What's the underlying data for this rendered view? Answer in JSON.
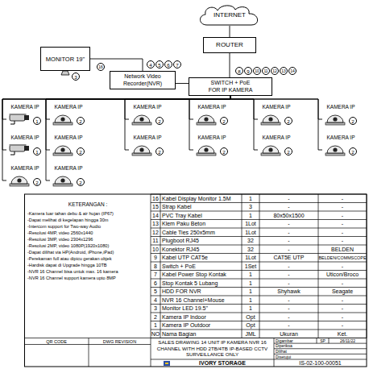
{
  "diagram": {
    "nodes": [
      {
        "text": [
          "INTERNET"
        ]
      },
      {
        "text": [
          "ROUTER"
        ]
      },
      {
        "text": [
          "MONITOR 19\""
        ]
      },
      {
        "text": [
          "Network Video Recorder(NVR)"
        ]
      },
      {
        "text": [
          "SWITCH + PoE FOR IP KAMERA"
        ]
      },
      {
        "text": [
          "KAMERA IP"
        ]
      },
      {
        "text": [
          "KAMERA IP"
        ]
      },
      {
        "text": [
          "KAMERA IP"
        ]
      },
      {
        "text": [
          "KAMERA IP"
        ]
      },
      {
        "text": [
          "KAMERA IP"
        ]
      },
      {
        "text": [
          "KAMERA IP"
        ]
      },
      {
        "text": [
          "KAMERA IP"
        ]
      },
      {
        "text": [
          "KAMERA IP"
        ]
      },
      {
        "text": [
          "KAMERA IP"
        ]
      },
      {
        "text": [
          "KAMERA IP"
        ]
      },
      {
        "text": [
          "KAMERA IP"
        ]
      },
      {
        "text": [
          "KAMERA IP"
        ]
      },
      {
        "text": [
          "KAMERA IP"
        ]
      },
      {
        "text": [
          "KAMERA IP"
        ]
      }
    ],
    "edges": [
      {
        "from": 0,
        "to": 1,
        "arrow": "none"
      },
      {
        "from": 1,
        "to": 4,
        "arrow": "none"
      },
      {
        "from": 2,
        "to": 3,
        "arrow": "none"
      },
      {
        "from": 3,
        "to": 4,
        "arrow": "none"
      },
      {
        "from": 4,
        "to": 5,
        "arrow": "none"
      },
      {
        "from": 4,
        "to": 6,
        "arrow": "none"
      },
      {
        "from": 4,
        "to": 7,
        "arrow": "none"
      },
      {
        "from": 4,
        "to": 8,
        "arrow": "none"
      },
      {
        "from": 4,
        "to": 9,
        "arrow": "none"
      },
      {
        "from": 4,
        "to": 10,
        "arrow": "none"
      },
      {
        "from": 4,
        "to": 11,
        "arrow": "none"
      },
      {
        "from": 4,
        "to": 12,
        "arrow": "none"
      },
      {
        "from": 4,
        "to": 13,
        "arrow": "none"
      },
      {
        "from": 4,
        "to": 14,
        "arrow": "none"
      },
      {
        "from": 4,
        "to": 15,
        "arrow": "none"
      },
      {
        "from": 4,
        "to": 16,
        "arrow": "none"
      },
      {
        "from": 4,
        "to": 17,
        "arrow": "none"
      },
      {
        "from": 4,
        "to": 18,
        "arrow": "none"
      }
    ],
    "labels": [
      "4",
      "5",
      "6",
      "7",
      "8",
      "9",
      "10",
      "11",
      "12",
      "13",
      "14",
      "3",
      "16",
      "1",
      "1",
      "2",
      "2",
      "2",
      "2",
      "2",
      "2",
      "2",
      "2",
      "2",
      "2",
      "2",
      "2",
      "KETERANGAN :",
      "-Kamera luar tahan debu & air hujan (IP67)",
      "-Dapat melihat di kegelapan hingga 30m",
      "-Intercom support for Two-way Audio",
      "-Resolusi 4MP, video 2560x1440",
      "-Resolusi 3MP, video 2304x1296",
      "-Resolusi 2MP, video 1080P(1920x1080)",
      "-Dapat dilihat via HP(Android, iPhone,iPad)",
      "-Perekaman full atau dipicu gerakan objek",
      "-Hardisk dapat di Upgrade hingga 10TB",
      "-NVR 16 Channel bisa untuk max. 16 kamera",
      "-NVR 16 Channel support kamera upto 8MP",
      "16",
      "Kabel Display Monitor 1.5M",
      "1",
      "-",
      "-",
      "15",
      "Strap Kabel",
      "3",
      "-",
      "-",
      "14",
      "PVC Tray Kabel",
      "1",
      "80x50x1500",
      "-",
      "13",
      "Klem Paku Beton",
      "1Lot",
      "-",
      "-",
      "12",
      "Cable Ties 250x5mm",
      "1Lot",
      "-",
      "-",
      "11",
      "Plugboot RJ45",
      "32",
      "-",
      "-",
      "10",
      "Konektor RJ45",
      "32",
      "-",
      "BELDEN",
      "9",
      "Kabel UTP CAT5e",
      "1Lot",
      "CAT5E UTP",
      "BELDEN/COMMSCOPE",
      "8",
      "Switch + PoE",
      "1Set",
      "-",
      "-",
      "7",
      "Kabel Power Stop Kontak",
      "1",
      "-",
      "Uticon/Broco",
      "6",
      "Stop Kontak 5 Lubang",
      "1",
      "-",
      "-",
      "5",
      "HDD FOR NVR",
      "1",
      "Shyhawk",
      "Seagate",
      "4",
      "NVR 16 Channel+Mouse",
      "1",
      "-",
      "-",
      "3",
      "Monitor LED 19.5\"",
      "1",
      "-",
      "-",
      "2",
      "Kamera IP Indoor",
      "Opt",
      "-",
      "-",
      "1",
      "Kamera IP Outdoor",
      "Opt",
      "-",
      "-",
      "NO",
      "Nama Bagian",
      "JML",
      "Ukuran",
      "Ket.",
      "QR CODE",
      "DWG REVISION",
      "SALES DRAWING 14 UNIT IP KAMERA NVR 16 CHANNEL WITH HDD 2TB/4TB IP-BASED CCTV SURVEILLANCE ONLY",
      "Digambar",
      "SP",
      "26/11/22",
      "Diperiksa",
      "Dilihat",
      "Disetujui",
      "IVORY STORAGE",
      "IS-02-100-00051"
    ]
  }
}
